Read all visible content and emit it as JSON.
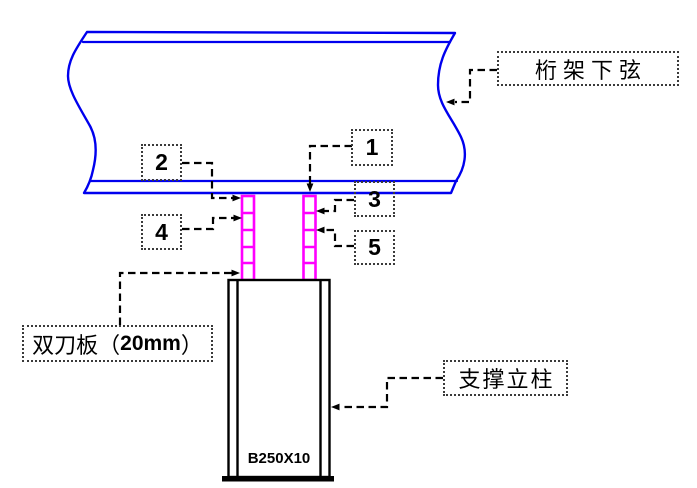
{
  "diagram": {
    "markers": [
      "1",
      "2",
      "3",
      "4",
      "5"
    ],
    "labels": {
      "truss_chord": "桁架下弦",
      "knife_prefix": "双刀板（",
      "knife_size": "20mm",
      "knife_suffix": "）",
      "support_column": "支撑立柱",
      "column_section": "B250X10"
    },
    "colors": {
      "chord_outline": "#0000EE",
      "knife_plate": "#FF00FF",
      "column_outline": "#000000",
      "leader": "#000000"
    }
  }
}
